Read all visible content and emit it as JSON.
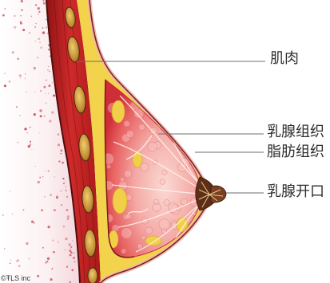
{
  "labels": {
    "muscle": "肌肉",
    "mammary_gland_tissue": "乳腺组织",
    "fat_tissue": "脂肪组织",
    "mammary_duct_opening": "乳腺开口"
  },
  "credit": "©TLS inc",
  "colors": {
    "fat": "#f3d24c",
    "areola": "#5e2f18",
    "leader_line": "#6e6e6e",
    "label_text": "#2e2e2e"
  }
}
